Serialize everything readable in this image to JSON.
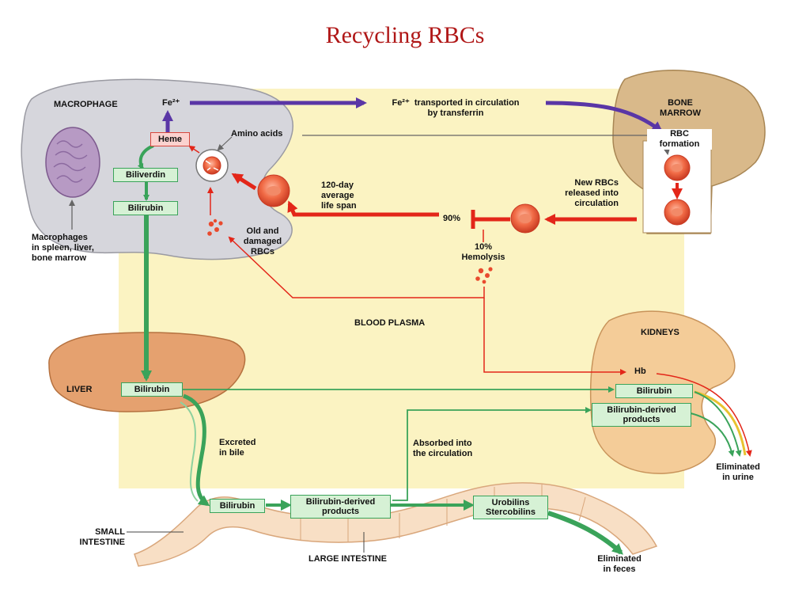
{
  "title": "Recycling RBCs",
  "labels": {
    "macrophage": "MACROPHAGE",
    "fe_macrophage": "Fe²⁺",
    "fe_transport": "Fe²⁺  transported in circulation\nby transferrin",
    "bone_marrow": "BONE\nMARROW",
    "rbc_formation": "RBC\nformation",
    "amino_acids": "Amino acids",
    "lifespan": "120-day\naverage\nlife span",
    "new_rbcs": "New RBCs\nreleased into\ncirculation",
    "percent_90": "90%",
    "hemolysis": "10%\nHemolysis",
    "old_damaged": "Old and\ndamaged\nRBCs",
    "macrophages_location": "Macrophages\nin spleen, liver,\nbone marrow",
    "blood_plasma": "BLOOD PLASMA",
    "kidneys": "KIDNEYS",
    "hb": "Hb",
    "liver": "LIVER",
    "excreted_bile": "Excreted\nin bile",
    "absorbed": "Absorbed into\nthe circulation",
    "eliminated_urine": "Eliminated\nin urine",
    "small_intestine": "SMALL\nINTESTINE",
    "large_intestine": "LARGE INTESTINE",
    "eliminated_feces": "Eliminated\nin feces"
  },
  "boxes": {
    "heme": "Heme",
    "biliverdin": "Biliverdin",
    "bilirubin_macrophage": "Bilirubin",
    "bilirubin_liver": "Bilirubin",
    "bilirubin_kidney": "Bilirubin",
    "bilirubin_derived_kidney": "Bilirubin-derived\nproducts",
    "bilirubin_intestine": "Bilirubin",
    "bilirubin_derived_intestine": "Bilirubin-derived\nproducts",
    "urobilins": "Urobilins\nStercobilins"
  },
  "colors": {
    "plasma": "#fbf3c2",
    "macrophage": "#d6d6dc",
    "liver": "#e5a16f",
    "kidney": "#f4cc98",
    "intestine": "#f8dfc5",
    "bone": "#d9b98a",
    "green_path": "#3aa35a",
    "red_path": "#e32619",
    "iron_path": "#5a36a6",
    "title": "#b01717"
  }
}
